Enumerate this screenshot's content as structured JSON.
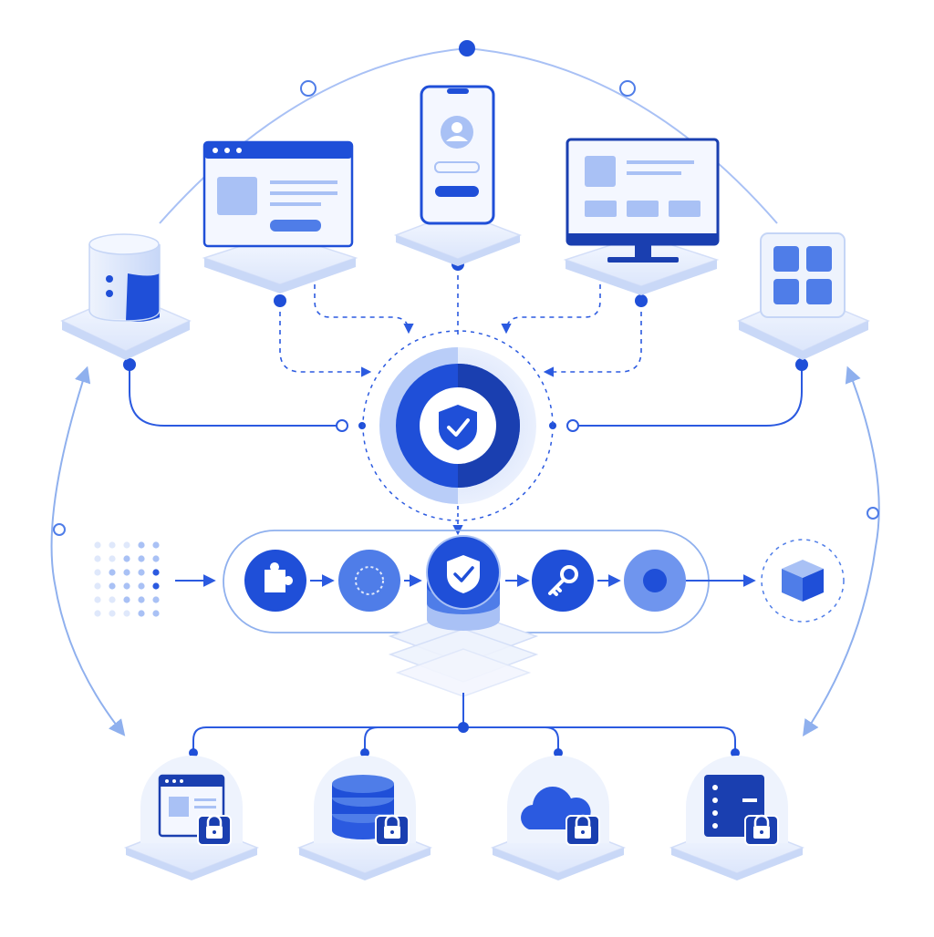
{
  "colors": {
    "primary": "#1f4fd8",
    "primary_dark": "#1a3fb0",
    "mid": "#4f7de8",
    "light": "#a9c1f5",
    "pale": "#dfe8fb",
    "paler": "#eef3fd",
    "line": "#8fb0ee",
    "white": "#ffffff"
  },
  "hub": {
    "icon": "shield-check-icon"
  },
  "clients": [
    {
      "id": "database",
      "icon": "cylinder-database-icon"
    },
    {
      "id": "web-browser",
      "icon": "browser-window-icon"
    },
    {
      "id": "mobile-app",
      "icon": "smartphone-profile-icon"
    },
    {
      "id": "desktop-monitor",
      "icon": "desktop-monitor-icon"
    },
    {
      "id": "app-grid",
      "icon": "app-grid-icon"
    }
  ],
  "pipeline": {
    "input": "dot-matrix-icon",
    "steps": [
      {
        "id": "plugin",
        "icon": "puzzle-icon"
      },
      {
        "id": "pending",
        "icon": "dashed-ring-icon"
      },
      {
        "id": "secure-core",
        "icon": "shield-stack-icon"
      },
      {
        "id": "key",
        "icon": "key-icon"
      },
      {
        "id": "record",
        "icon": "solid-dot-icon"
      }
    ],
    "output": "cube-icon"
  },
  "destinations": [
    {
      "id": "locked-window",
      "icon": "locked-window-icon"
    },
    {
      "id": "locked-database",
      "icon": "locked-database-icon"
    },
    {
      "id": "locked-cloud",
      "icon": "locked-cloud-icon"
    },
    {
      "id": "locked-server",
      "icon": "locked-server-icon"
    }
  ]
}
